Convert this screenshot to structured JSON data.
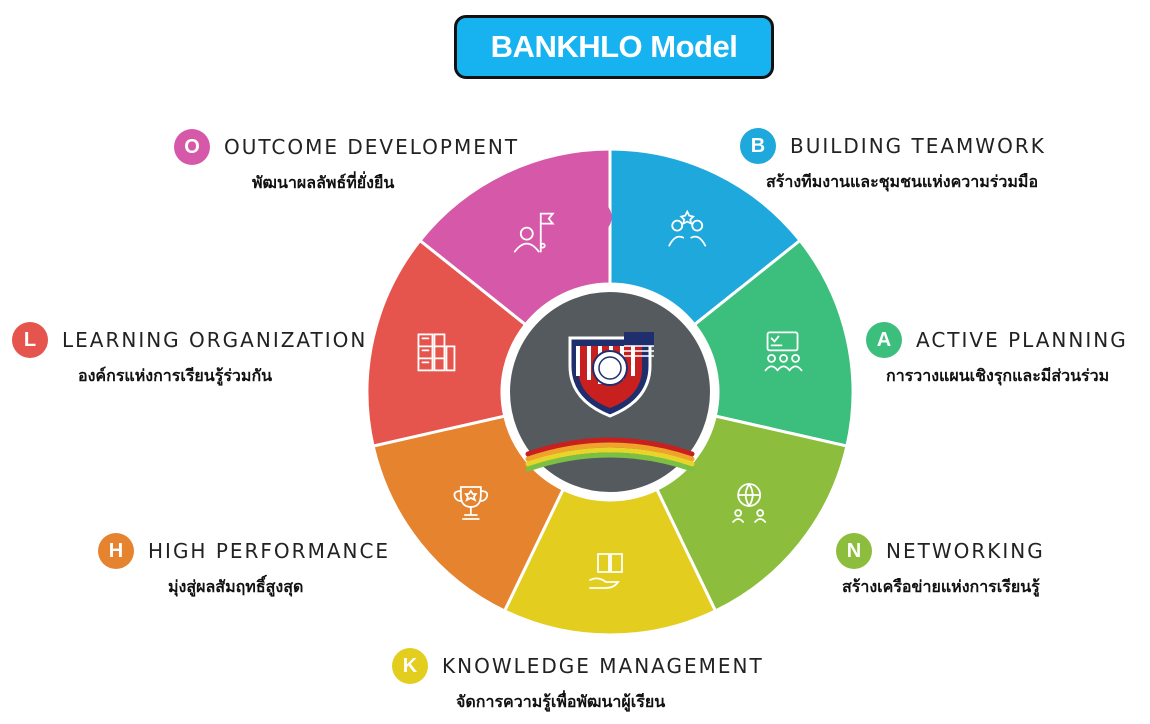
{
  "title": "BANKHLO Model",
  "segments": [
    {
      "letter": "B",
      "english": "BUILDING TEAMWORK",
      "thai": "สร้างทีมงานและชุมชนแห่งความร่วมมือ",
      "color": "#1fa8dc",
      "icon": "teamwork-icon"
    },
    {
      "letter": "A",
      "english": "ACTIVE PLANNING",
      "thai": "การวางแผนเชิงรุกและมีส่วนร่วม",
      "color": "#3cbf7c",
      "icon": "planning-icon"
    },
    {
      "letter": "N",
      "english": "NETWORKING",
      "thai": "สร้างเครือข่ายแห่งการเรียนรู้",
      "color": "#8cbd3c",
      "icon": "globe-network-icon"
    },
    {
      "letter": "K",
      "english": "KNOWLEDGE MANAGEMENT",
      "thai": "จัดการความรู้เพื่อพัฒนาผู้เรียน",
      "color": "#e3cd1f",
      "icon": "book-hand-icon"
    },
    {
      "letter": "H",
      "english": "HIGH PERFORMANCE",
      "thai": "มุ่งสู่ผลสัมฤทธิ์สูงสุด",
      "color": "#e5832f",
      "icon": "trophy-icon"
    },
    {
      "letter": "L",
      "english": "LEARNING ORGANIZATION",
      "thai": "องค์กรแห่งการเรียนรู้ร่วมกัน",
      "color": "#e5554d",
      "icon": "bookshelf-icon"
    },
    {
      "letter": "O",
      "english": "OUTCOME DEVELOPMENT",
      "thai": "พัฒนาผลลัพธ์ที่ยั่งยืน",
      "color": "#d659a9",
      "icon": "flag-person-icon"
    }
  ],
  "center_color": "#555a5e",
  "center_logo": "school-shield-logo-icon"
}
